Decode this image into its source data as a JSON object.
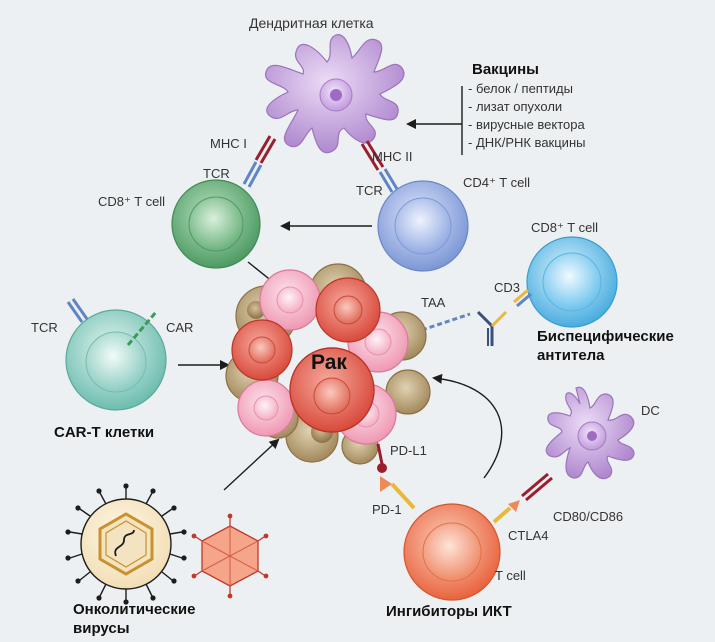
{
  "dendritic_cell": {
    "label": "Дендритная клетка"
  },
  "vaccines": {
    "title": "Вакцины",
    "items": [
      "- белок / пептиды",
      "- лизат опухоли",
      "- вирусные вектора",
      "- ДНК/РНК вакцины"
    ]
  },
  "markers": {
    "mhc1": "MHC I",
    "mhc2": "MHC II",
    "tcr_cd8": "TCR",
    "tcr_cd4": "TCR",
    "tcr_cart": "TCR",
    "car": "CAR",
    "taa": "TAA",
    "cd3": "CD3",
    "pdl1": "PD-L1",
    "pd1": "PD-1",
    "ctla4": "CTLA4",
    "cd80": "CD80/CD86",
    "dc_small": "DC"
  },
  "cells": {
    "cd8_left": "CD8⁺ T cell",
    "cd4": "CD4⁺ T cell",
    "cd8_right": "CD8⁺ T cell",
    "t_cell": "T cell"
  },
  "center": {
    "label": "Рак"
  },
  "groups": {
    "bispecific_line1": "Биспецифические",
    "bispecific_line2": "антитела",
    "cart": "CAR-T клетки",
    "oncolytic_line1": "Онколитические",
    "oncolytic_line2": "вирусы",
    "checkpoint": "Ингибиторы ИКТ"
  },
  "colors": {
    "cd8_green": "#5aa46e",
    "cd4_blue": "#8aa4dc",
    "cyan_cell": "#5bb8e6",
    "teal_cell": "#79c4b6",
    "tumor_red": "#e0574a",
    "tumor_pink": "#f2a7bd",
    "tumor_brown": "#a88c5e",
    "dc_purple": "#b48ad0",
    "t_cell_orange": "#ee7a55",
    "virus_orange": "#f08a66"
  }
}
